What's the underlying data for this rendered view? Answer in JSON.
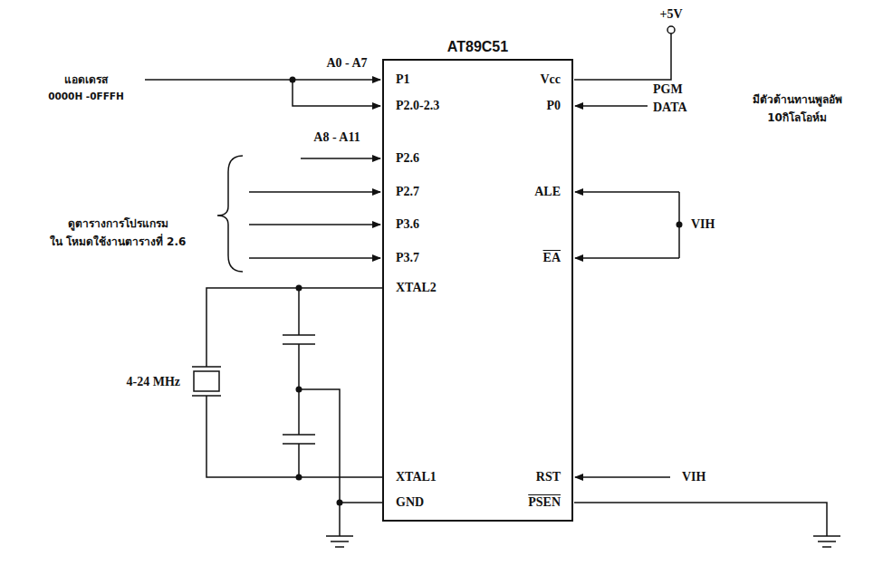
{
  "diagram": {
    "nodes": [
      {
        "text": [
          "AT89C51"
        ]
      }
    ],
    "labels": [
      "+5V",
      "A0 - A7",
      "แอดเดรส",
      "0000H -0FFFH",
      "P1",
      "P2.0-2.3",
      "A8 - A11",
      "P2.6",
      "P2.7",
      "P3.6",
      "P3.7",
      "ดูตารางการโปรแกรม",
      "ใน โหมดใช้งานตารางที่ 2.6",
      "XTAL2",
      "4-24 MHz",
      "XTAL1",
      "GND",
      "Vcc",
      "P0",
      "PGM",
      "DATA",
      "มีตัวต้านทานพูลอัพ",
      "10กิโลโอห์ม",
      "ALE",
      "EA",
      "VIH",
      "RST",
      "VIH",
      "PSEN"
    ]
  }
}
